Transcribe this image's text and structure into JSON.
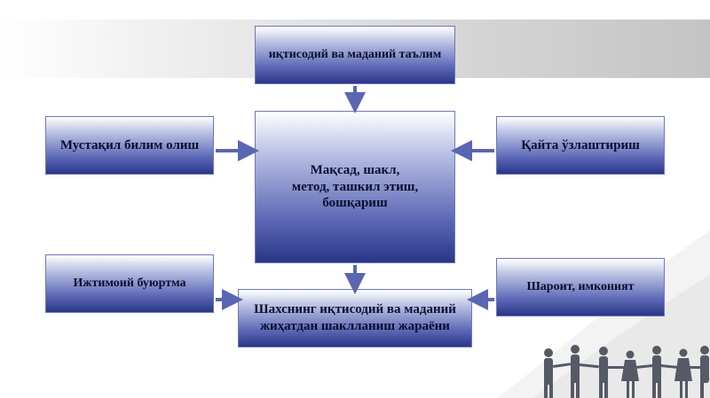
{
  "boxes": {
    "top": "иқтисодий ва маданий таълим",
    "left_top": "Мустақил билим олиш",
    "center": "Мақсад, шакл, метод, ташкил этиш, бошқариш",
    "right_top": "Қайта ўзлаштириш",
    "left_bottom": "Ижтимоий буюртма",
    "bottom": "Шахснинг иқтисодий ва маданий жиҳатдан шаклланиш жараёни",
    "right_bottom": "Шароит, имконият"
  },
  "colors": {
    "box_dark": "#2a3588",
    "box_light": "#ffffff",
    "arrow": "#5a66b2"
  },
  "icons": {
    "decoration": "people-holding-hands-silhouette"
  }
}
